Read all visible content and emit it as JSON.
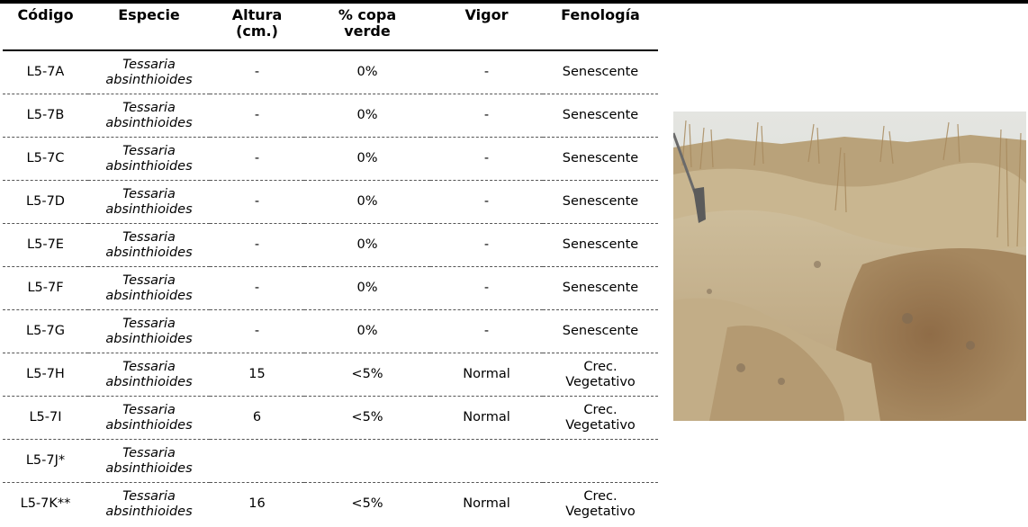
{
  "table": {
    "headers": {
      "code": "Código",
      "species": "Especie",
      "height": [
        "Altura",
        "(cm.)"
      ],
      "canopy": [
        "% copa",
        "verde"
      ],
      "vigor": "Vigor",
      "phenology": "Fenología"
    },
    "rows": [
      {
        "code": "L5-7A",
        "species": [
          "Tessaria",
          "absinthioides"
        ],
        "height": "-",
        "canopy": "0%",
        "vigor": "-",
        "phenology": [
          "Senescente"
        ]
      },
      {
        "code": "L5-7B",
        "species": [
          "Tessaria",
          "absinthioides"
        ],
        "height": "-",
        "canopy": "0%",
        "vigor": "-",
        "phenology": [
          "Senescente"
        ]
      },
      {
        "code": "L5-7C",
        "species": [
          "Tessaria",
          "absinthioides"
        ],
        "height": "-",
        "canopy": "0%",
        "vigor": "-",
        "phenology": [
          "Senescente"
        ]
      },
      {
        "code": "L5-7D",
        "species": [
          "Tessaria",
          "absinthioides"
        ],
        "height": "-",
        "canopy": "0%",
        "vigor": "-",
        "phenology": [
          "Senescente"
        ]
      },
      {
        "code": "L5-7E",
        "species": [
          "Tessaria",
          "absinthioides"
        ],
        "height": "-",
        "canopy": "0%",
        "vigor": "-",
        "phenology": [
          "Senescente"
        ]
      },
      {
        "code": "L5-7F",
        "species": [
          "Tessaria",
          "absinthioides"
        ],
        "height": "-",
        "canopy": "0%",
        "vigor": "-",
        "phenology": [
          "Senescente"
        ]
      },
      {
        "code": "L5-7G",
        "species": [
          "Tessaria",
          "absinthioides"
        ],
        "height": "-",
        "canopy": "0%",
        "vigor": "-",
        "phenology": [
          "Senescente"
        ]
      },
      {
        "code": "L5-7H",
        "species": [
          "Tessaria",
          "absinthioides"
        ],
        "height": "15",
        "canopy": "<5%",
        "vigor": "Normal",
        "phenology": [
          "Crec.",
          "Vegetativo"
        ]
      },
      {
        "code": "L5-7I",
        "species": [
          "Tessaria",
          "absinthioides"
        ],
        "height": "6",
        "canopy": "<5%",
        "vigor": "Normal",
        "phenology": [
          "Crec.",
          "Vegetativo"
        ]
      },
      {
        "code": "L5-7J*",
        "species": [
          "Tessaria",
          "absinthioides"
        ],
        "height": "",
        "canopy": "",
        "vigor": "",
        "phenology": []
      },
      {
        "code": "L5-7K**",
        "species": [
          "Tessaria",
          "absinthioides"
        ],
        "height": "16",
        "canopy": "<5%",
        "vigor": "Normal",
        "phenology": [
          "Crec.",
          "Vegetativo"
        ]
      }
    ]
  },
  "photo": {
    "subject": "site photograph: dry sandy ground with mounds of soil, tufts of dry grass and a shovel handle",
    "colors": {
      "sky": "#d8dad6",
      "grass": "#b89a6e",
      "soil": "#c4b08c",
      "soil_dark": "#8a6a45",
      "shovel": "#6a6a6a"
    }
  }
}
